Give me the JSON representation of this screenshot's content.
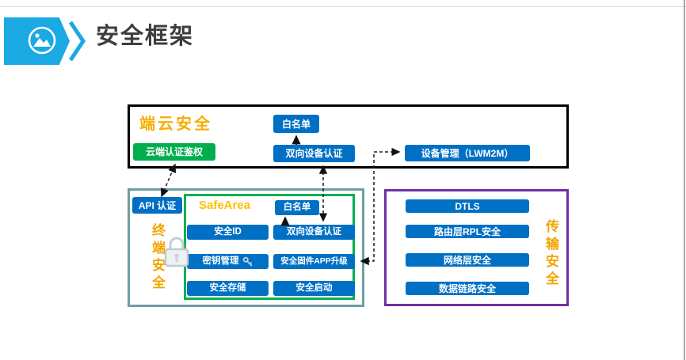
{
  "header": {
    "title": "安全框架",
    "accent_blue": "#1aa9e2"
  },
  "diagram": {
    "cloud_box": {
      "title": "端云安全",
      "cloud_auth": "云端认证鉴权",
      "whitelist": "白名单",
      "mutual_auth": "双向设备认证",
      "device_mgmt": "设备管理（LWM2M）"
    },
    "terminal_box": {
      "title": "终端安全",
      "api_auth": "API 认证",
      "safearea": {
        "title": "SafeArea",
        "whitelist": "白名单",
        "secure_id": "安全ID",
        "mutual_auth": "双向设备认证",
        "key_mgmt": "密钥管理",
        "secure_firmware": "安全固件APP升级",
        "secure_storage": "安全存储",
        "secure_boot": "安全启动"
      }
    },
    "transport_box": {
      "title": "传输安全",
      "dtls": "DTLS",
      "rpl": "路由层RPL安全",
      "network": "网络层安全",
      "datalink": "数据链路安全"
    },
    "colors": {
      "button_blue": "#0070c5",
      "button_green": "#00ae4e",
      "accent_orange": "#ffc000",
      "border_black": "#000000",
      "border_green": "#00b050",
      "border_purple": "#7030a0",
      "border_teal": "#6d9fa1"
    }
  }
}
